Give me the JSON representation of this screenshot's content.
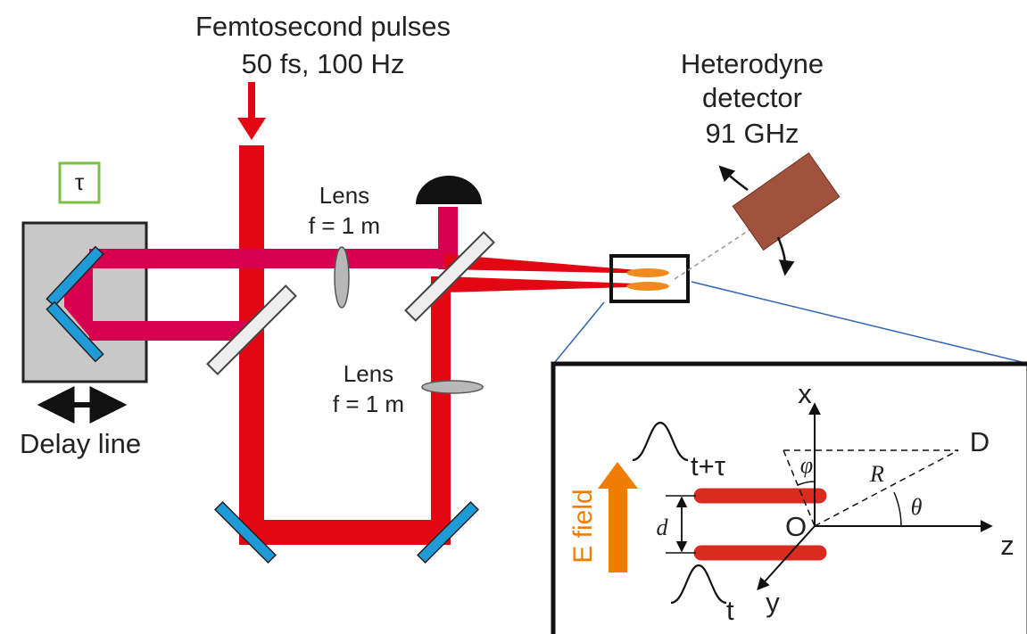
{
  "source": {
    "line1": "Femtosecond pulses",
    "line2": "50 fs, 100 Hz"
  },
  "detector": {
    "line1": "Heterodyne",
    "line2": "detector",
    "line3": "91 GHz"
  },
  "lens_top": {
    "line1": "Lens",
    "line2": "f = 1 m"
  },
  "lens_bottom": {
    "line1": "Lens",
    "line2": "f = 1 m"
  },
  "delay": {
    "symbol": "τ",
    "label": "Delay line"
  },
  "inset": {
    "axis_x": "x",
    "axis_y": "y",
    "axis_z": "z",
    "origin": "O",
    "detector_point": "D",
    "distance": "R",
    "angle_theta": "θ",
    "angle_phi": "φ",
    "separation": "d",
    "pulse_top": "t+τ",
    "pulse_bottom": "t",
    "field_label": "E field"
  },
  "colors": {
    "beam": "#e30613",
    "beam_mixed": "#d8004e",
    "mirror": "#1f9bd7",
    "splitter": "#eeeeee",
    "delay_stage": "#c8c8c8",
    "delay_box": "#7cc242",
    "detector_body": "#a0523c",
    "plasma": "#f08a1c",
    "field_arrow": "#f07d00",
    "filament": "#d92b1f",
    "zoom_line": "#2e64b4"
  }
}
